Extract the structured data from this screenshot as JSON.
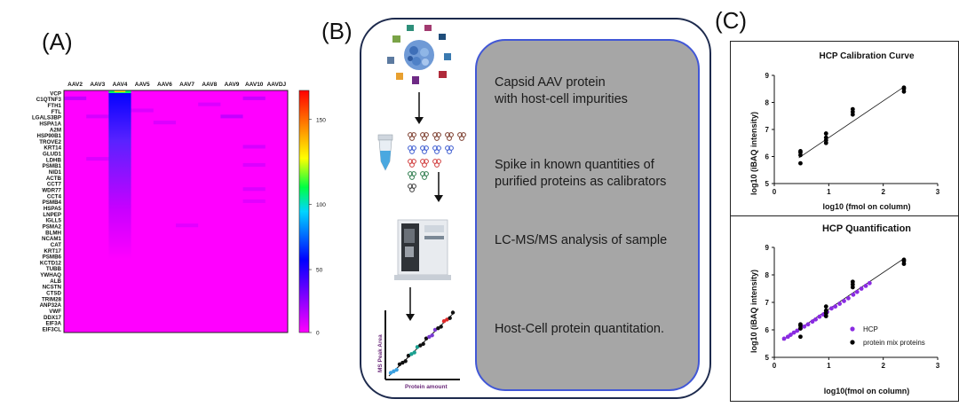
{
  "panels": {
    "a": "(A)",
    "b": "(B)",
    "c": "(C)"
  },
  "heatmap": {
    "columns": [
      "AAV2",
      "AAV3",
      "AAV4",
      "AAV5",
      "AAV6",
      "AAV7",
      "AAV8",
      "AAV9",
      "AAV10",
      "AAVDJ"
    ],
    "rows": [
      "VCP",
      "C1QTNF3",
      "FTH1",
      "FTL",
      "LGALS3BP",
      "HSPA1A",
      "A2M",
      "HSP90B1",
      "TROVE2",
      "KRT14",
      "GLUD1",
      "LDHB",
      "PSMB1",
      "NID1",
      "ACTB",
      "CCT7",
      "WDR77",
      "CCT4",
      "PSMB4",
      "HSPA5",
      "LNPEP",
      "IGLL5",
      "PSMA2",
      "BLMH",
      "NCAM1",
      "CAT",
      "KRT17",
      "PSMB6",
      "KCTD12",
      "TUBB",
      "YWHAQ",
      "ALB",
      "NCSTN",
      "CTSD",
      "TRIM28",
      "ANP32A",
      "VWF",
      "DDX17",
      "EIF3A",
      "EIF3CL"
    ],
    "colorbar_ticks": [
      "150",
      "100",
      "50",
      "0"
    ],
    "colors": {
      "low": "#ff00ff",
      "mid": "#0000ff",
      "high": "#ff0000"
    }
  },
  "workflow": {
    "steps": [
      {
        "line1": "Capsid AAV protein",
        "line2": "with host-cell impurities"
      },
      {
        "line1": "Spike in known quantities of",
        "line2": "purified proteins as calibrators"
      },
      {
        "line1": "LC-MS/MS analysis of sample",
        "line2": ""
      },
      {
        "line1": "Host-Cell protein quantitation.",
        "line2": ""
      }
    ],
    "mini_plot": {
      "xlabel": "Protein amount",
      "ylabel": "MS Peak Area"
    }
  },
  "chart_data": [
    {
      "type": "scatter",
      "title": "HCP Calibration Curve",
      "xlabel": "log10 (fmol on column)",
      "ylabel": "log10 (iBAQ intensity)",
      "xlim": [
        0,
        3
      ],
      "ylim": [
        5,
        9
      ],
      "xticks": [
        "0",
        "1",
        "2",
        "3"
      ],
      "yticks": [
        "5",
        "6",
        "7",
        "8",
        "9"
      ],
      "points": [
        [
          0.48,
          5.75
        ],
        [
          0.48,
          6.05
        ],
        [
          0.48,
          6.15
        ],
        [
          0.48,
          6.2
        ],
        [
          0.95,
          6.5
        ],
        [
          0.95,
          6.6
        ],
        [
          0.95,
          6.7
        ],
        [
          0.95,
          6.85
        ],
        [
          1.44,
          7.55
        ],
        [
          1.44,
          7.65
        ],
        [
          1.44,
          7.75
        ],
        [
          2.38,
          8.4
        ],
        [
          2.38,
          8.5
        ],
        [
          2.38,
          8.55
        ]
      ],
      "fit_line": [
        [
          0.45,
          5.95
        ],
        [
          2.4,
          8.6
        ]
      ]
    },
    {
      "type": "scatter",
      "title": "HCP Quantification",
      "xlabel": "log10(fmol on column)",
      "ylabel": "log10 (iBAQ intensity)",
      "xlim": [
        0,
        3
      ],
      "ylim": [
        5,
        9
      ],
      "xticks": [
        "0",
        "1",
        "2",
        "3"
      ],
      "yticks": [
        "5",
        "6",
        "7",
        "8",
        "9"
      ],
      "legend": [
        "HCP",
        "protein mix proteins"
      ],
      "legend_colors": [
        "#8a2be2",
        "#000000"
      ],
      "series": [
        {
          "name": "HCP",
          "points": [
            [
              0.18,
              5.68
            ],
            [
              0.25,
              5.75
            ],
            [
              0.3,
              5.82
            ],
            [
              0.36,
              5.9
            ],
            [
              0.42,
              5.97
            ],
            [
              0.48,
              6.05
            ],
            [
              0.55,
              6.12
            ],
            [
              0.62,
              6.2
            ],
            [
              0.7,
              6.3
            ],
            [
              0.76,
              6.38
            ],
            [
              0.83,
              6.48
            ],
            [
              0.9,
              6.56
            ],
            [
              0.97,
              6.65
            ],
            [
              1.05,
              6.78
            ],
            [
              1.12,
              6.85
            ],
            [
              1.2,
              6.95
            ],
            [
              1.28,
              7.05
            ],
            [
              1.36,
              7.15
            ],
            [
              1.45,
              7.28
            ],
            [
              1.52,
              7.38
            ],
            [
              1.6,
              7.5
            ],
            [
              1.68,
              7.6
            ],
            [
              1.75,
              7.7
            ]
          ]
        },
        {
          "name": "protein mix proteins",
          "points": [
            [
              0.48,
              5.75
            ],
            [
              0.48,
              6.05
            ],
            [
              0.48,
              6.15
            ],
            [
              0.48,
              6.2
            ],
            [
              0.95,
              6.5
            ],
            [
              0.95,
              6.6
            ],
            [
              0.95,
              6.7
            ],
            [
              0.95,
              6.85
            ],
            [
              1.44,
              7.55
            ],
            [
              1.44,
              7.65
            ],
            [
              1.44,
              7.75
            ],
            [
              2.38,
              8.4
            ],
            [
              2.38,
              8.5
            ],
            [
              2.38,
              8.55
            ]
          ]
        }
      ],
      "fit_line": [
        [
          0.15,
          5.62
        ],
        [
          2.4,
          8.62
        ]
      ]
    }
  ]
}
